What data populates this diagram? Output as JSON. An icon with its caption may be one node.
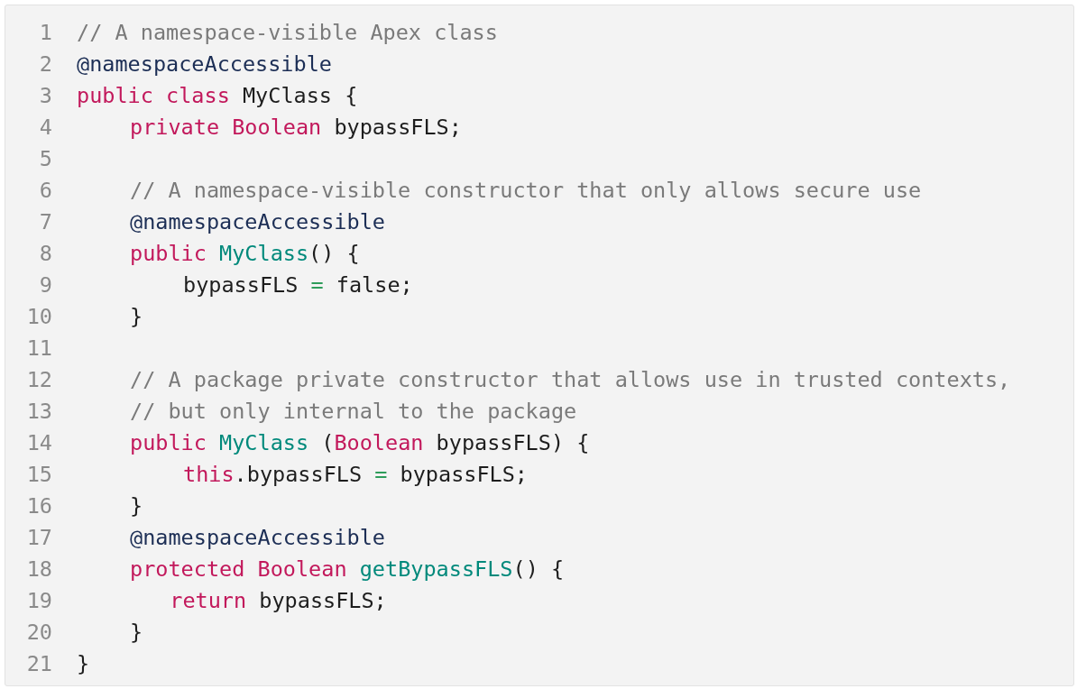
{
  "diagram": {
    "labels": [
      "1",
      "// A namespace-visible Apex class",
      "2",
      "@namespaceAccessible",
      "3",
      "public class MyClass {",
      "4",
      "private Boolean bypassFLS;",
      "5",
      "6",
      "// A namespace-visible constructor that only allows secure use",
      "7",
      "@namespaceAccessible",
      "8",
      "public MyClass() {",
      "9",
      "bypassFLS = false;",
      "10",
      "}",
      "11",
      "12",
      "// A package private constructor that allows use in trusted contexts,",
      "13",
      "// but only internal to the package",
      "14",
      "public MyClass (Boolean bypassFLS) {",
      "15",
      "this.bypassFLS = bypassFLS;",
      "16",
      "}",
      "17",
      "@namespaceAccessible",
      "18",
      "protected Boolean getBypassFLS() {",
      "19",
      "return bypassFLS;",
      "20",
      "}",
      "21",
      "}"
    ]
  }
}
